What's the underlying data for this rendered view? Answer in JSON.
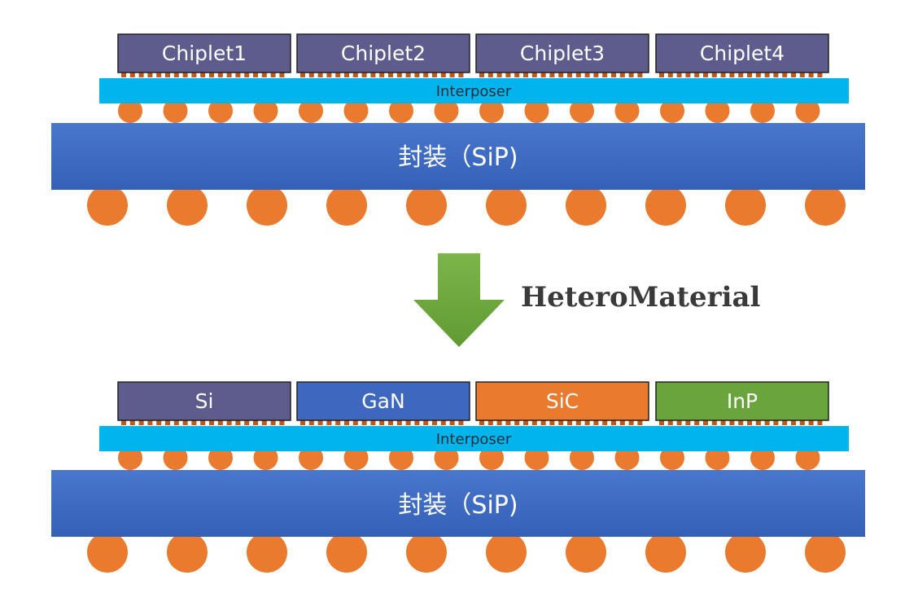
{
  "top_stack": {
    "chiplets": [
      {
        "label": "Chiplet1",
        "color": "#5d5c8c"
      },
      {
        "label": "Chiplet2",
        "color": "#5d5c8c"
      },
      {
        "label": "Chiplet3",
        "color": "#5d5c8c"
      },
      {
        "label": "Chiplet4",
        "color": "#5d5c8c"
      }
    ],
    "interposer_label": "Interposer",
    "package_label": "封装（SiP)"
  },
  "arrow": {
    "label": "HeteroMaterial",
    "color": "#6aa43c"
  },
  "bottom_stack": {
    "chiplets": [
      {
        "label": "Si",
        "color": "#5d5c8c"
      },
      {
        "label": "GaN",
        "color": "#3e68c0"
      },
      {
        "label": "SiC",
        "color": "#ea7b2e"
      },
      {
        "label": "InP",
        "color": "#6aa43c"
      }
    ],
    "interposer_label": "Interposer",
    "package_label": "封装（SiP)"
  },
  "colors": {
    "interposer": "#00b4ec",
    "package": "#3f6bc3",
    "bump": "#ea7b2e",
    "micro_bump": "#c0581a"
  }
}
